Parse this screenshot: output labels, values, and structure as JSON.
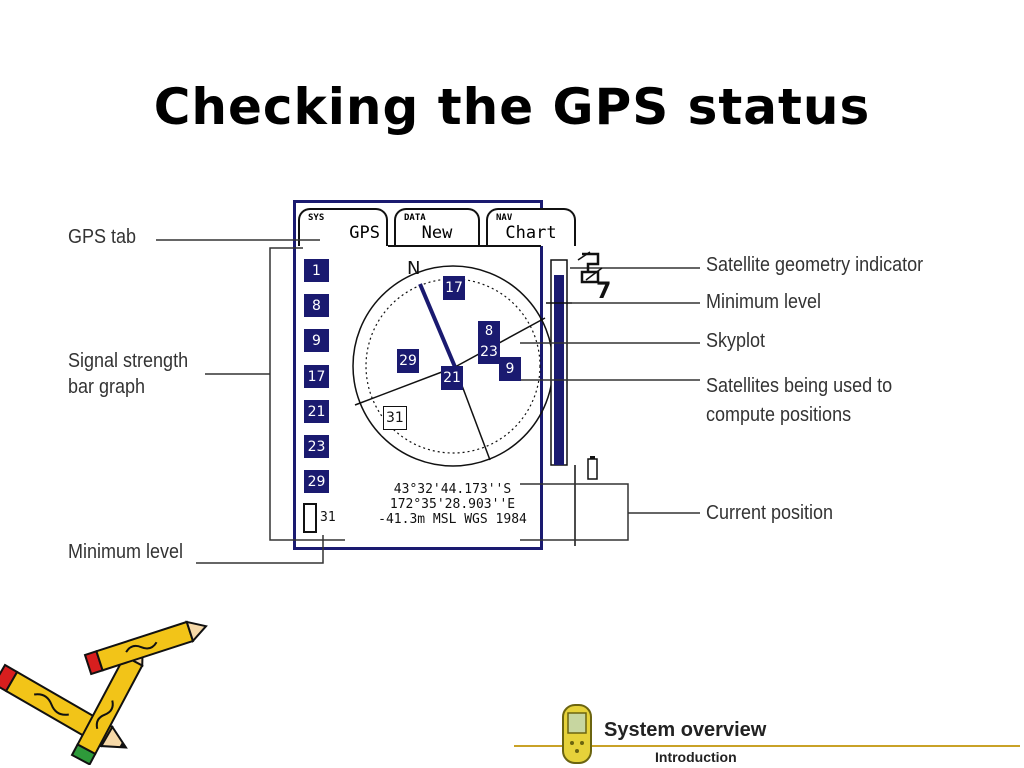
{
  "slide": {
    "title": "Checking the GPS status"
  },
  "device": {
    "tabs": [
      {
        "small": "SYS",
        "label": "GPS"
      },
      {
        "small": "DATA",
        "label": "New"
      },
      {
        "small": "NAV",
        "label": "Chart"
      }
    ],
    "signal_satellites": [
      "1",
      "8",
      "9",
      "17",
      "21",
      "23",
      "29"
    ],
    "minimum_satellite": "31",
    "skyplot": {
      "north_label": "N",
      "satellites": [
        {
          "id": "17",
          "used": true
        },
        {
          "id": "8",
          "used": true
        },
        {
          "id": "23",
          "used": true
        },
        {
          "id": "29",
          "used": true
        },
        {
          "id": "9",
          "used": true
        },
        {
          "id": "21",
          "used": true
        },
        {
          "id": "31",
          "used": false
        }
      ]
    },
    "geometry_value": "7",
    "position": {
      "latitude": "43°32'44.173''S",
      "longitude": "172°35'28.903''E",
      "altitude": "-41.3m MSL WGS 1984"
    }
  },
  "callouts": {
    "gps_tab": "GPS tab",
    "signal_strength_line1": "Signal strength",
    "signal_strength_line2": "bar graph",
    "minimum_level_left": "Minimum level",
    "satellite_geometry": "Satellite geometry indicator",
    "minimum_level_right": "Minimum level",
    "skyplot": "Skyplot",
    "satellites_used_line1": "Satellites being used to",
    "satellites_used_line2": "compute positions",
    "current_position": "Current position"
  },
  "footer": {
    "title": "System overview",
    "subtitle": "Introduction"
  },
  "colors": {
    "satellite_fill": "#1a1a70",
    "footer_line": "#c9a227",
    "device_yellow": "#e6d23a"
  },
  "icons": [
    "pencils-clipart-icon",
    "gps-device-icon",
    "satellite-geometry-icon"
  ]
}
